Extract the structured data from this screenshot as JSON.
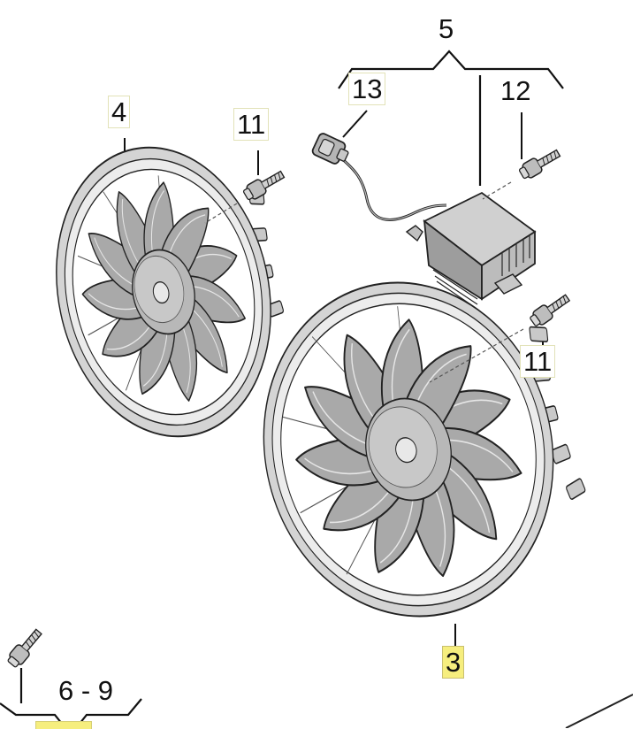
{
  "callouts": {
    "part_5": "5",
    "part_13": "13",
    "part_12": "12",
    "part_4": "4",
    "part_11_left": "11",
    "part_11_right": "11",
    "part_3": "3",
    "part_6_9": "6 - 9"
  },
  "colors": {
    "highlight": "#f6ee7e",
    "line": "#111111",
    "part_fill": "#bdbdbd",
    "part_dark": "#8c8c8c",
    "part_light": "#dcdcdc"
  }
}
